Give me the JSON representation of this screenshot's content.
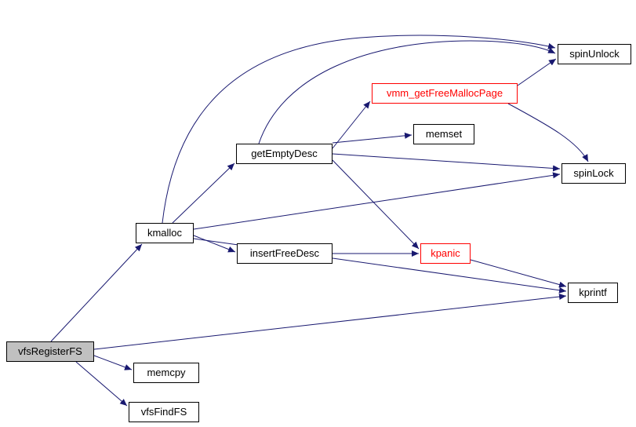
{
  "diagram": {
    "type": "call-graph",
    "colors": {
      "edge": "#191970",
      "node_border": "#000000",
      "node_fill": "#ffffff",
      "highlight_fill": "#c0c0c0",
      "truncated_node": "#ff0000"
    },
    "nodes": {
      "vfsRegisterFS": {
        "label": "vfsRegisterFS",
        "style": "highlighted"
      },
      "kmalloc": {
        "label": "kmalloc",
        "style": "normal"
      },
      "memcpy": {
        "label": "memcpy",
        "style": "normal"
      },
      "vfsFindFS": {
        "label": "vfsFindFS",
        "style": "normal"
      },
      "getEmptyDesc": {
        "label": "getEmptyDesc",
        "style": "normal"
      },
      "insertFreeDesc": {
        "label": "insertFreeDesc",
        "style": "normal"
      },
      "vmm_getFreeMallocPage": {
        "label": "vmm_getFreeMallocPage",
        "style": "red"
      },
      "memset": {
        "label": "memset",
        "style": "normal"
      },
      "kpanic": {
        "label": "kpanic",
        "style": "red"
      },
      "spinUnlock": {
        "label": "spinUnlock",
        "style": "normal"
      },
      "spinLock": {
        "label": "spinLock",
        "style": "normal"
      },
      "kprintf": {
        "label": "kprintf",
        "style": "normal"
      }
    },
    "edges": [
      {
        "from": "vfsRegisterFS",
        "to": "kmalloc"
      },
      {
        "from": "vfsRegisterFS",
        "to": "memcpy"
      },
      {
        "from": "vfsRegisterFS",
        "to": "vfsFindFS"
      },
      {
        "from": "vfsRegisterFS",
        "to": "kprintf"
      },
      {
        "from": "kmalloc",
        "to": "getEmptyDesc"
      },
      {
        "from": "kmalloc",
        "to": "insertFreeDesc"
      },
      {
        "from": "kmalloc",
        "to": "spinUnlock"
      },
      {
        "from": "kmalloc",
        "to": "spinLock"
      },
      {
        "from": "kmalloc",
        "to": "kprintf"
      },
      {
        "from": "getEmptyDesc",
        "to": "vmm_getFreeMallocPage"
      },
      {
        "from": "getEmptyDesc",
        "to": "memset"
      },
      {
        "from": "getEmptyDesc",
        "to": "spinUnlock"
      },
      {
        "from": "getEmptyDesc",
        "to": "spinLock"
      },
      {
        "from": "getEmptyDesc",
        "to": "kpanic"
      },
      {
        "from": "insertFreeDesc",
        "to": "kpanic"
      },
      {
        "from": "vmm_getFreeMallocPage",
        "to": "spinUnlock"
      },
      {
        "from": "vmm_getFreeMallocPage",
        "to": "spinLock"
      },
      {
        "from": "kpanic",
        "to": "kprintf"
      }
    ]
  }
}
